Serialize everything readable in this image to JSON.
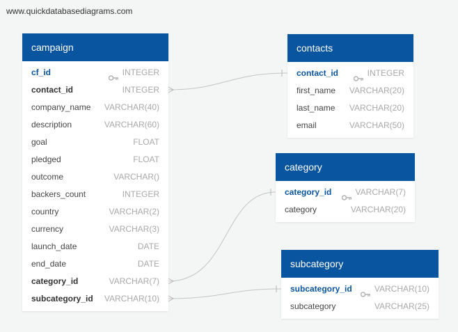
{
  "site": "www.quickdatabasediagrams.com",
  "tables": {
    "campaign": {
      "title": "campaign",
      "fields": [
        {
          "name": "cf_id",
          "type": "INTEGER",
          "role": "pk"
        },
        {
          "name": "contact_id",
          "type": "INTEGER",
          "role": "fk"
        },
        {
          "name": "company_name",
          "type": "VARCHAR(40)",
          "role": ""
        },
        {
          "name": "description",
          "type": "VARCHAR(60)",
          "role": ""
        },
        {
          "name": "goal",
          "type": "FLOAT",
          "role": ""
        },
        {
          "name": "pledged",
          "type": "FLOAT",
          "role": ""
        },
        {
          "name": "outcome",
          "type": "VARCHAR()",
          "role": ""
        },
        {
          "name": "backers_count",
          "type": "INTEGER",
          "role": ""
        },
        {
          "name": "country",
          "type": "VARCHAR(2)",
          "role": ""
        },
        {
          "name": "currency",
          "type": "VARCHAR(3)",
          "role": ""
        },
        {
          "name": "launch_date",
          "type": "DATE",
          "role": ""
        },
        {
          "name": "end_date",
          "type": "DATE",
          "role": ""
        },
        {
          "name": "category_id",
          "type": "VARCHAR(7)",
          "role": "fk"
        },
        {
          "name": "subcategory_id",
          "type": "VARCHAR(10)",
          "role": "fk"
        }
      ]
    },
    "contacts": {
      "title": "contacts",
      "fields": [
        {
          "name": "contact_id",
          "type": "INTEGER",
          "role": "pk"
        },
        {
          "name": "first_name",
          "type": "VARCHAR(20)",
          "role": ""
        },
        {
          "name": "last_name",
          "type": "VARCHAR(20)",
          "role": ""
        },
        {
          "name": "email",
          "type": "VARCHAR(50)",
          "role": ""
        }
      ]
    },
    "category": {
      "title": "category",
      "fields": [
        {
          "name": "category_id",
          "type": "VARCHAR(7)",
          "role": "pk"
        },
        {
          "name": "category",
          "type": "VARCHAR(20)",
          "role": ""
        }
      ]
    },
    "subcategory": {
      "title": "subcategory",
      "fields": [
        {
          "name": "subcategory_id",
          "type": "VARCHAR(10)",
          "role": "pk"
        },
        {
          "name": "subcategory",
          "type": "VARCHAR(25)",
          "role": ""
        }
      ]
    }
  },
  "relationships": [
    {
      "from": "campaign.contact_id",
      "to": "contacts.contact_id"
    },
    {
      "from": "campaign.category_id",
      "to": "category.category_id"
    },
    {
      "from": "campaign.subcategory_id",
      "to": "subcategory.subcategory_id"
    }
  ],
  "colors": {
    "header": "#0a55a0",
    "pk_text": "#0a55a0",
    "type_text": "#a9a9a9",
    "line": "#bdbdbd"
  }
}
